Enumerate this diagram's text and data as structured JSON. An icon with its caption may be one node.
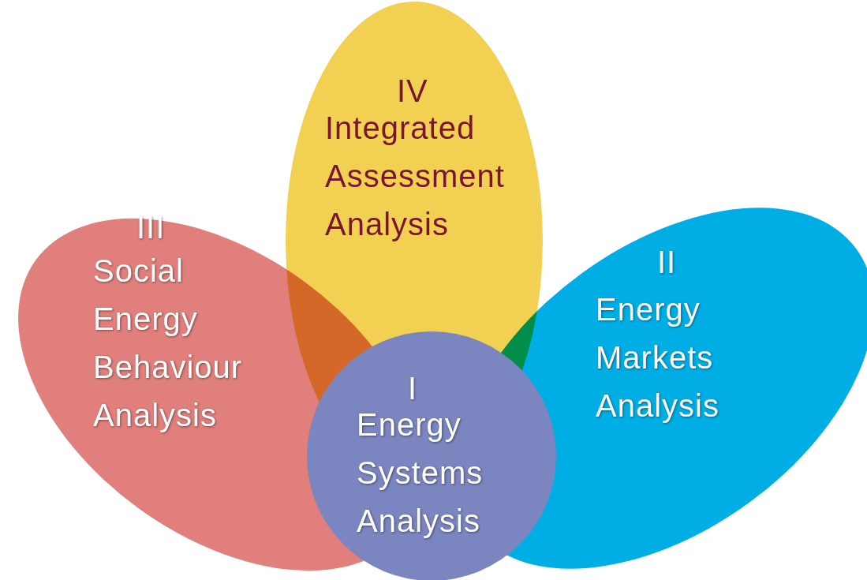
{
  "diagram": {
    "nodes": [
      {
        "text": [
          "IV",
          "Integrated Assessment Analysis"
        ]
      },
      {
        "text": [
          "III",
          "Social Energy Behaviour Analysis"
        ]
      },
      {
        "text": [
          "II",
          "Energy Markets Analysis"
        ]
      },
      {
        "text": [
          "I",
          "Energy Systems Analysis"
        ]
      }
    ]
  }
}
